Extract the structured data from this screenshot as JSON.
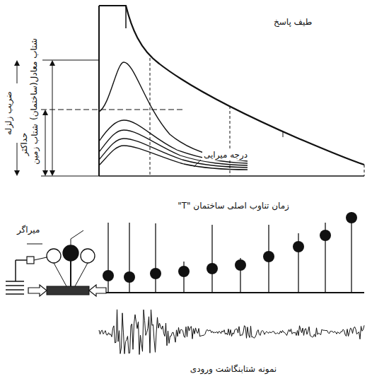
{
  "diagram": {
    "labels": [
      "طیف پاسخ",
      "ضریب زلزله",
      "شتاب معادل(ساختمان)",
      "حداکثر شتاب زمین",
      "درجه میرایی",
      "زمان تناوب اصلی ساختمان \"T\"",
      "میراگر",
      "نمونه شتابنگاشت ورودی"
    ]
  }
}
